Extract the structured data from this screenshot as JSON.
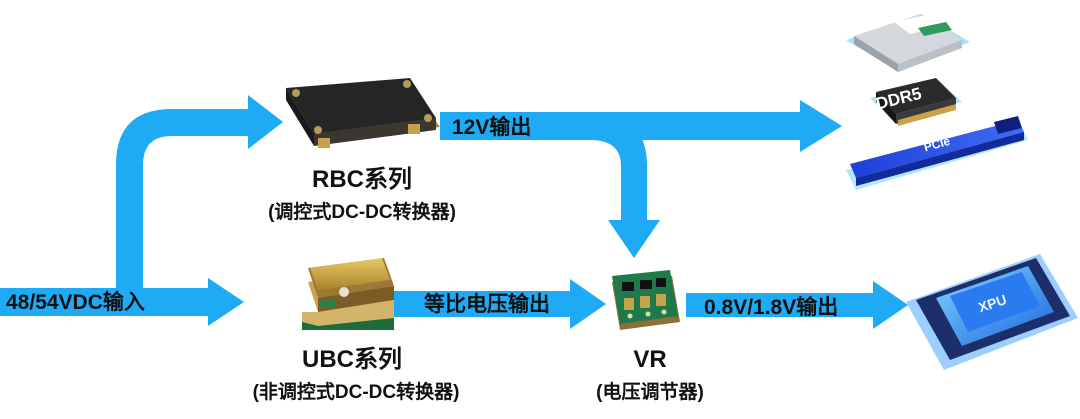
{
  "colors": {
    "arrow": "#1eaaf4",
    "text": "#111111"
  },
  "input_label": "48/54VDC输入",
  "rbc": {
    "title": "RBC系列",
    "subtitle": "(调控式DC-DC转换器)",
    "output_label": "12V输出"
  },
  "ubc": {
    "title": "UBC系列",
    "subtitle": "(非调控式DC-DC转换器)",
    "output_label": "等比电压输出"
  },
  "vr": {
    "title": "VR",
    "subtitle": "(电压调节器)",
    "output_label": "0.8V/1.8V输出"
  },
  "loads": {
    "ram_label": "DDR5",
    "slot_label": "PCIe",
    "chip_label": "XPU"
  },
  "icons": [
    "rbc-module-icon",
    "ubc-module-icon",
    "vr-module-icon",
    "hard-drive-icon",
    "ddr5-memory-icon",
    "pcie-slot-icon",
    "xpu-chip-icon"
  ]
}
